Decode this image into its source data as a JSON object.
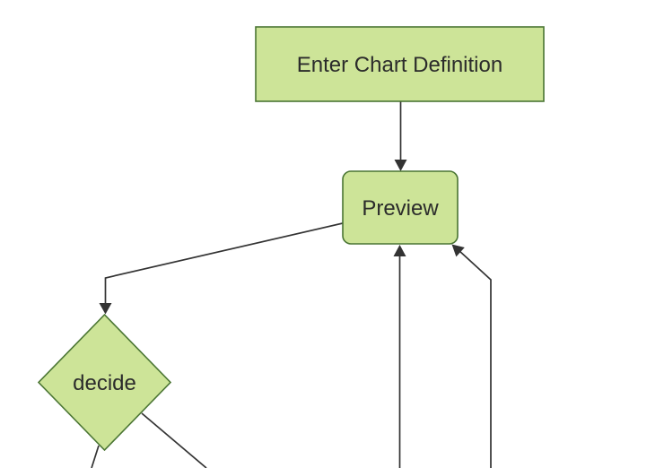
{
  "diagram": {
    "type": "flowchart-top-down",
    "nodes": [
      {
        "id": "A",
        "label": "Enter Chart Definition",
        "shape": "rectangle"
      },
      {
        "id": "B",
        "label": "Preview",
        "shape": "rounded-rectangle"
      },
      {
        "id": "C",
        "label": "decide",
        "shape": "diamond"
      }
    ],
    "edges": [
      {
        "from": "Enter Chart Definition",
        "to": "Preview",
        "arrow": true
      },
      {
        "from": "Preview",
        "to": "decide",
        "arrow": true
      },
      {
        "from": "offscreen-bottom",
        "to": "Preview",
        "arrow": true
      },
      {
        "from": "offscreen-bottom-right",
        "to": "Preview",
        "arrow": true
      },
      {
        "from": "decide",
        "to": "offscreen-bottom-left",
        "arrow": false
      },
      {
        "from": "decide",
        "to": "offscreen-bottom-right",
        "arrow": false
      }
    ]
  },
  "colors": {
    "background": "#ffffff",
    "node_fill": "#cde498",
    "node_stroke": "#4a7533",
    "edge_color": "#333333",
    "label_color": "#2b2b2b"
  }
}
